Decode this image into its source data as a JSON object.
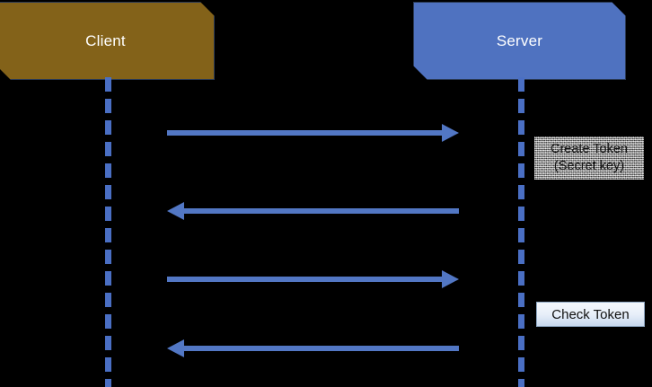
{
  "diagram": {
    "type": "sequence-diagram",
    "background_color": "#000000",
    "participants": [
      {
        "id": "client",
        "label": "Client",
        "fill_color": "#836219",
        "text_color": "#ffffff",
        "lifeline_color": "#4a6fc4"
      },
      {
        "id": "server",
        "label": "Server",
        "fill_color": "#4f72c0",
        "text_color": "#ffffff",
        "lifeline_color": "#4a6fc4"
      }
    ],
    "messages": [
      {
        "id": "msg-1",
        "direction": "right",
        "from": "client",
        "to": "server",
        "label": "",
        "color": "#5277c4"
      },
      {
        "id": "msg-2",
        "direction": "left",
        "from": "server",
        "to": "client",
        "label": "",
        "color": "#5277c4"
      },
      {
        "id": "msg-3",
        "direction": "right",
        "from": "client",
        "to": "server",
        "label": "",
        "color": "#5277c4"
      },
      {
        "id": "msg-4",
        "direction": "left",
        "from": "server",
        "to": "client",
        "label": "",
        "color": "#5277c4"
      }
    ],
    "notes": [
      {
        "id": "note-create-token",
        "text": "Create Token\n(Secret key)",
        "attached_to": "server",
        "style": "noise-gray",
        "text_color": "#111111"
      },
      {
        "id": "note-check-token",
        "text": "Check Token",
        "attached_to": "server",
        "style": "light-blue-gradient",
        "text_color": "#111111"
      }
    ]
  }
}
